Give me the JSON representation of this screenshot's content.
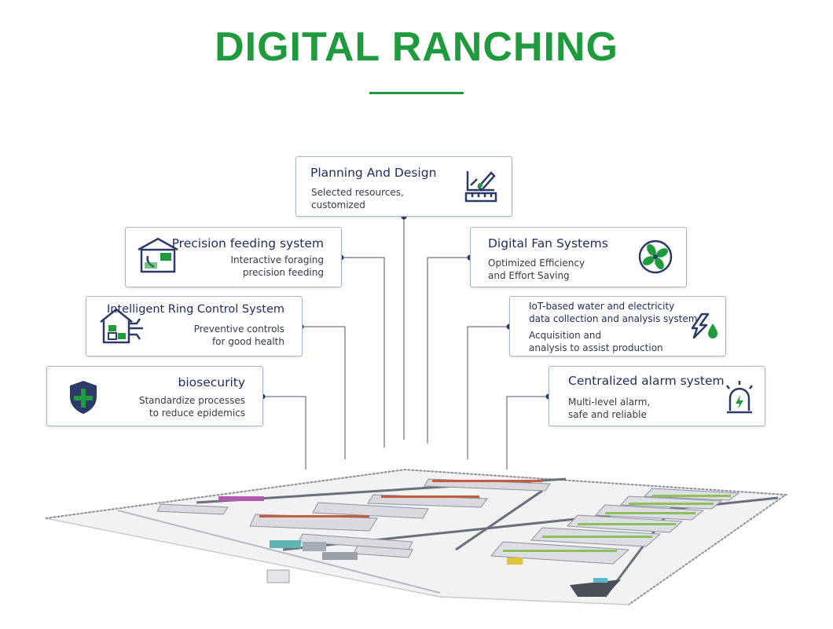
{
  "title": "DIGITAL RANCHING",
  "colors": {
    "accent": "#1f9a3c",
    "navy": "#2b3a67",
    "connector": "#2b3a67"
  },
  "cards": {
    "planning": {
      "heading": "Planning And Design",
      "line1": "Selected resources,",
      "line2": "customized",
      "icon": "planning-ruler-icon"
    },
    "feeding": {
      "heading": "Precision feeding system",
      "line1": "Interactive foraging",
      "line2": "precision feeding",
      "icon": "barn-feeding-icon"
    },
    "ring": {
      "heading": "Intelligent Ring Control System",
      "line1": "Preventive controls",
      "line2": "for good health",
      "icon": "smart-house-icon"
    },
    "biosecurity": {
      "heading": "biosecurity",
      "line1": "Standardize processes",
      "line2": "to reduce epidemics",
      "icon": "shield-cross-icon"
    },
    "fan": {
      "heading": "Digital Fan Systems",
      "line1": "Optimized Efficiency",
      "line2": "and Effort Saving",
      "icon": "fan-icon"
    },
    "iot": {
      "heading1": "IoT-based water and electricity",
      "heading2": "data collection and analysis system",
      "line1": "Acquisition and",
      "line2": "analysis to assist production",
      "icon": "water-electricity-icon"
    },
    "alarm": {
      "heading": "Centralized alarm system",
      "line1": "Multi-level alarm,",
      "line2": "safe and reliable",
      "icon": "alarm-siren-icon"
    }
  }
}
